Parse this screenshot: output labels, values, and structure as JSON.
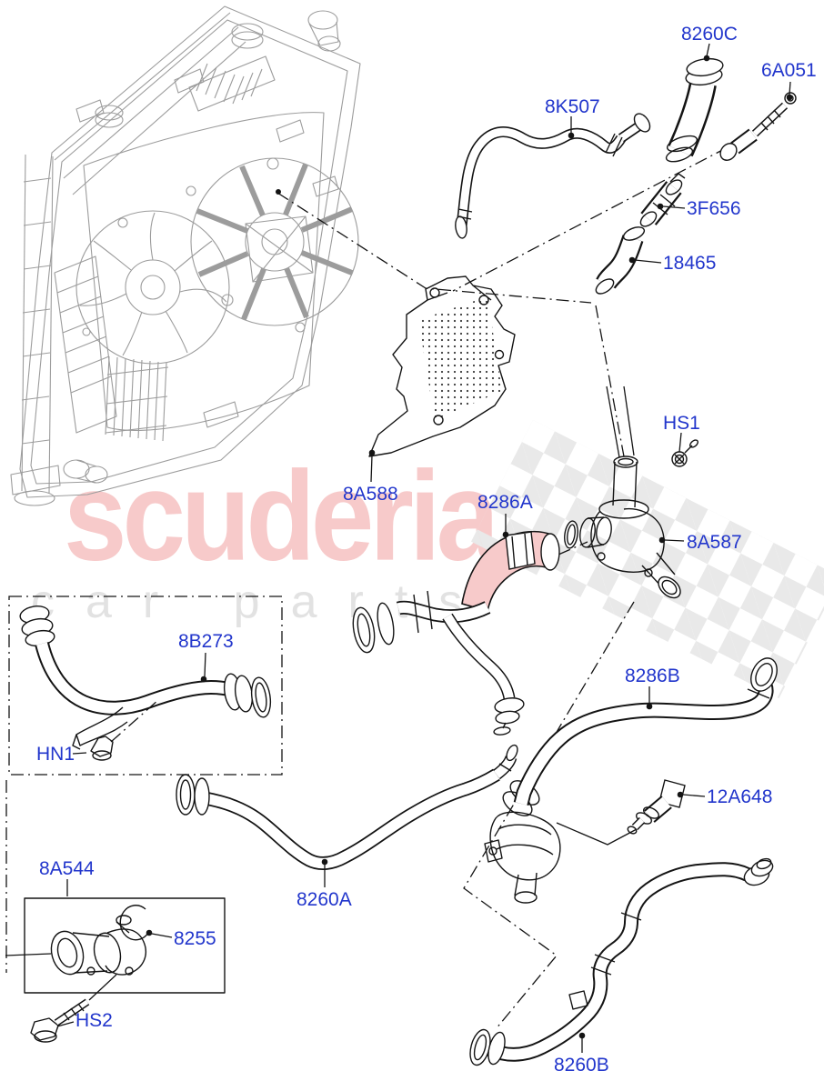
{
  "watermark": {
    "brand": "scuderia",
    "tagline": "car parts",
    "brand_color": "#f7caca",
    "tagline_color": "#e2e2e2",
    "checker_color": "#e9e9e9"
  },
  "label_style": {
    "color": "#2236cc"
  },
  "parts": [
    {
      "code": "8260C"
    },
    {
      "code": "6A051"
    },
    {
      "code": "8K507"
    },
    {
      "code": "3F656"
    },
    {
      "code": "18465"
    },
    {
      "code": "HS1"
    },
    {
      "code": "8A588"
    },
    {
      "code": "8286A"
    },
    {
      "code": "8A587"
    },
    {
      "code": "8B273"
    },
    {
      "code": "8286B"
    },
    {
      "code": "HN1"
    },
    {
      "code": "12A648"
    },
    {
      "code": "8A544"
    },
    {
      "code": "8260A"
    },
    {
      "code": "8255"
    },
    {
      "code": "HS2"
    },
    {
      "code": "8260B"
    }
  ]
}
